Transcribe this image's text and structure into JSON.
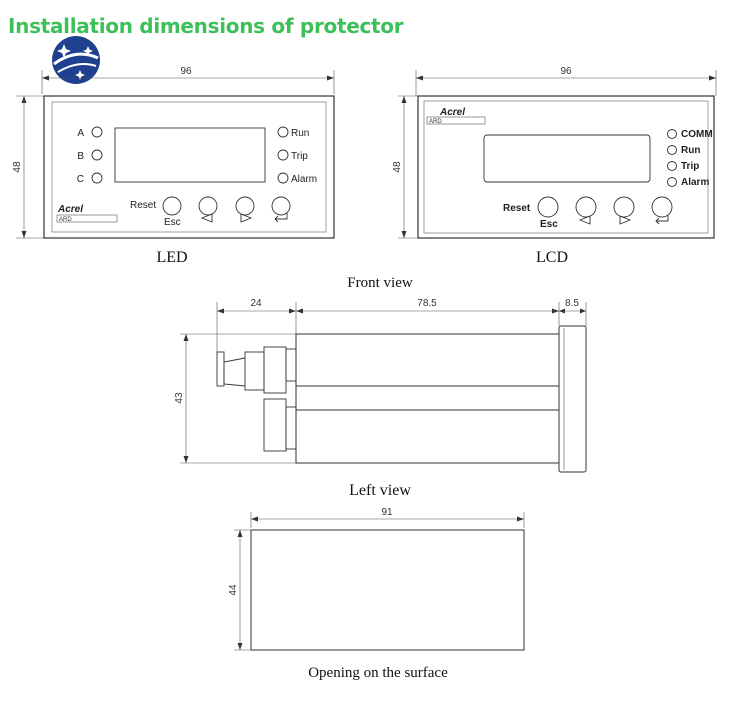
{
  "title": "Installation dimensions of protector",
  "front": {
    "width": "96",
    "height": "48",
    "led": {
      "caption": "LED",
      "indicators_left": [
        "A",
        "B",
        "C"
      ],
      "indicators_right": [
        "Run",
        "Trip",
        "Alarm"
      ],
      "brand": "Acrel",
      "model": "ARD",
      "reset_label": "Reset",
      "esc_label": "Esc"
    },
    "lcd": {
      "caption": "LCD",
      "indicators_right": [
        "COMM",
        "Run",
        "Trip",
        "Alarm"
      ],
      "brand": "Acrel",
      "model": "ARD",
      "reset_label": "Reset",
      "esc_label": "Esc"
    },
    "caption": "Front view"
  },
  "left": {
    "dim_terminal": "24",
    "dim_body": "78.5",
    "dim_bezel": "8.5",
    "height": "43",
    "caption": "Left view"
  },
  "opening": {
    "width": "91",
    "height": "44",
    "caption": "Opening on the surface"
  },
  "colors": {
    "title": "#3dbf5a",
    "line": "#333333",
    "logo": "#1f3f8f"
  }
}
